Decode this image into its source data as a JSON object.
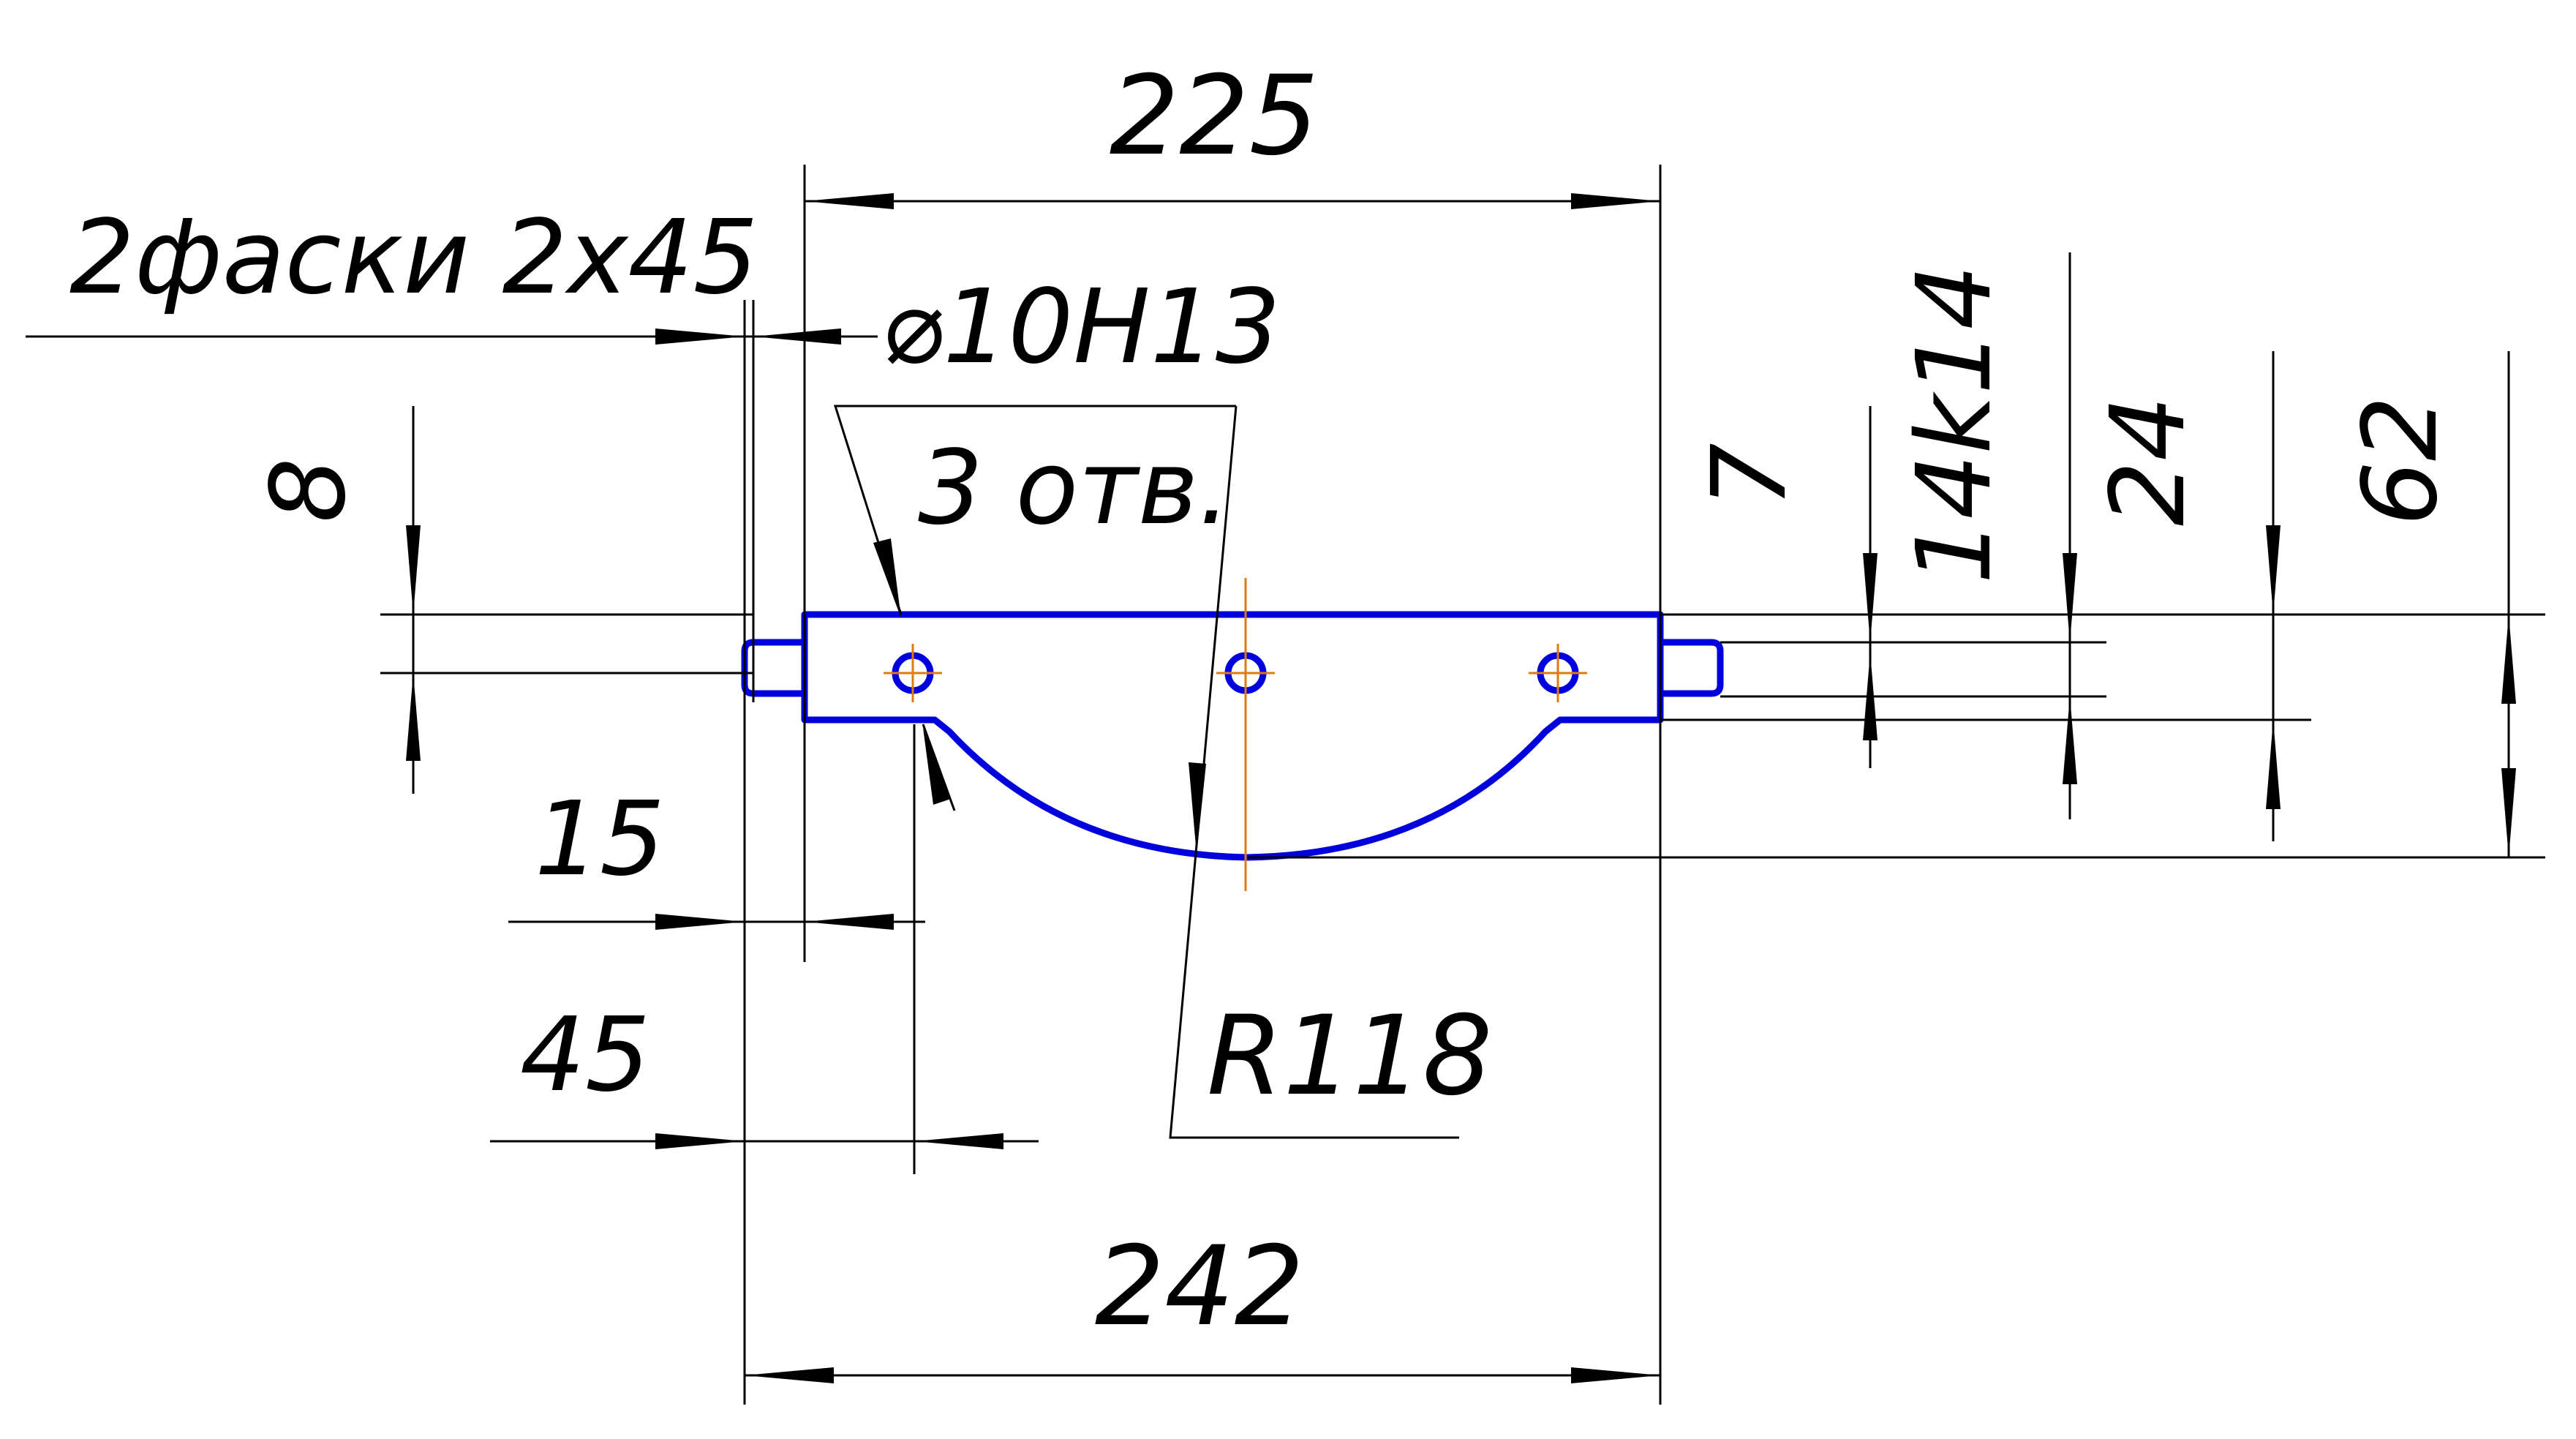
{
  "dimensions": {
    "d225": "225",
    "chamfer": "2фаски 2x45",
    "hole_dia": "⌀10H13",
    "hole_count": "3 отв.",
    "d8": "8",
    "d7": "7",
    "d14k14": "14k14",
    "d24": "24",
    "d62": "62",
    "d15": "15",
    "d45": "45",
    "r118": "R118",
    "d242": "242"
  },
  "colors": {
    "part_outline": "#0000dd",
    "center_lines": "#e07a10",
    "dimension_lines": "#000000"
  }
}
